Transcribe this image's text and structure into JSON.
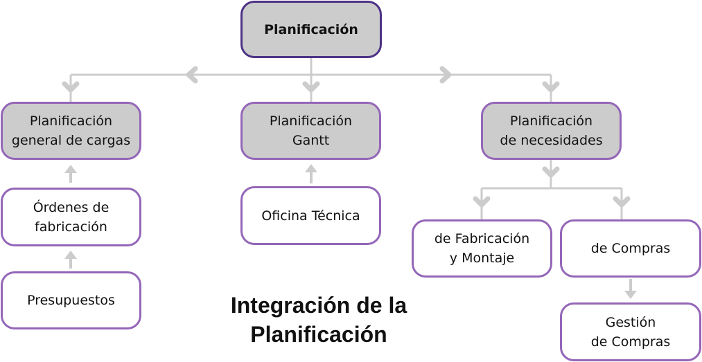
{
  "diagram": {
    "title": "Integración de la\nPlanificación",
    "colors": {
      "connector": "#cccccc",
      "node_border": "#9466b8",
      "root_border": "#4d3285",
      "gray_fill": "#cccccc"
    },
    "nodes": {
      "root": "Planificación",
      "cargas": "Planificación\ngeneral de cargas",
      "gantt": "Planificación\nGantt",
      "necesidades": "Planificación\nde necesidades",
      "ordenes": "Órdenes de\nfabricación",
      "presupuestos": "Presupuestos",
      "oficina": "Oficina Técnica",
      "fabricacion": "de Fabricación\ny Montaje",
      "compras": "de Compras",
      "gestion": "Gestión\nde Compras"
    },
    "edges": [
      {
        "from": "Planificación",
        "to": "Planificación general de cargas"
      },
      {
        "from": "Planificación",
        "to": "Planificación Gantt"
      },
      {
        "from": "Planificación",
        "to": "Planificación de necesidades"
      },
      {
        "from": "Órdenes de fabricación",
        "to": "Planificación general de cargas"
      },
      {
        "from": "Presupuestos",
        "to": "Órdenes de fabricación"
      },
      {
        "from": "Oficina Técnica",
        "to": "Planificación Gantt"
      },
      {
        "from": "Planificación de necesidades",
        "to": "de Fabricación y Montaje"
      },
      {
        "from": "Planificación de necesidades",
        "to": "de Compras"
      },
      {
        "from": "de Compras",
        "to": "Gestión de Compras"
      }
    ]
  }
}
